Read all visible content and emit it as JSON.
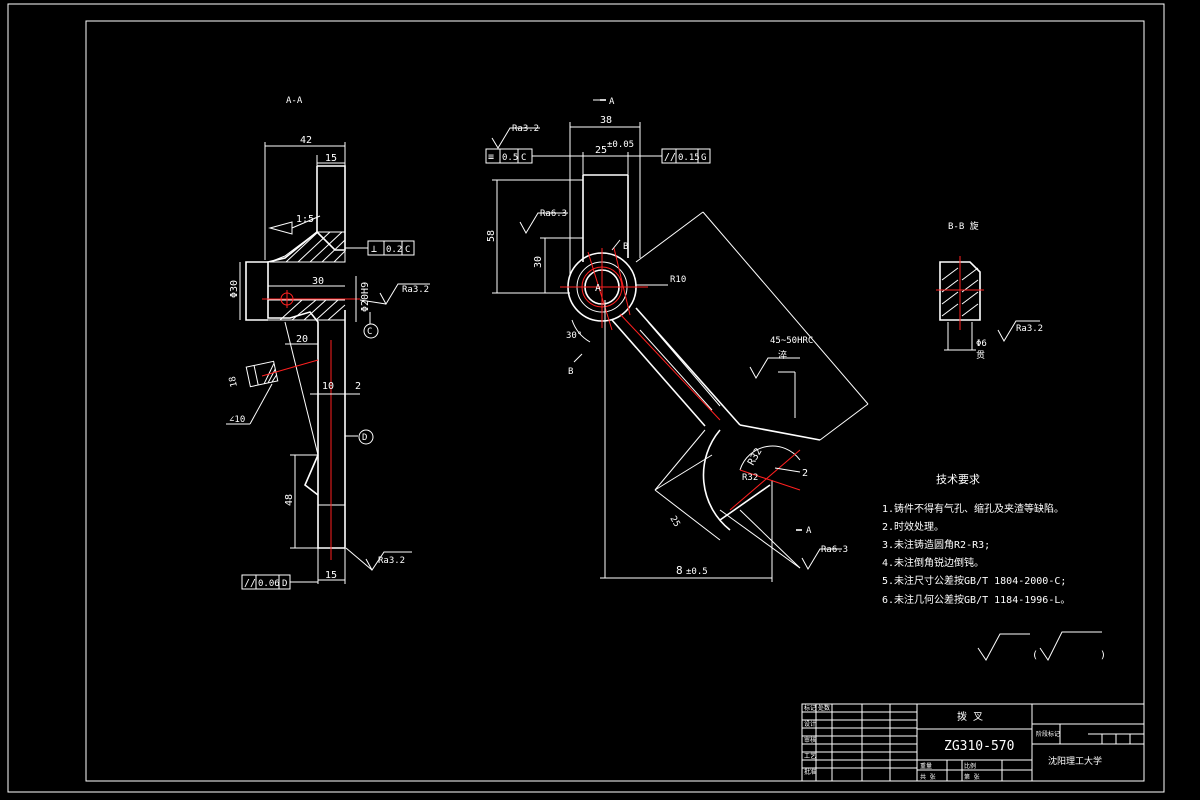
{
  "views": {
    "section_aa": {
      "title": "A-A",
      "dims": [
        "42",
        "15",
        "1:5",
        "30",
        "Φ30",
        "Φ20H9",
        "20",
        "10",
        "2",
        "48",
        "15"
      ],
      "roughness": [
        "Ra3.2",
        "Ra3.2"
      ],
      "tolerances": {
        "perp": {
          "symbol": "⊥",
          "value": "0.2",
          "datum": "C"
        },
        "parallel_bottom": {
          "symbol": "//",
          "value": "0.06",
          "datum": "D"
        }
      },
      "datums": [
        "C",
        "D"
      ],
      "detail": {
        "dim": "18",
        "angle": "∠10"
      }
    },
    "main": {
      "section_mark": "A",
      "dims": [
        "38",
        "25",
        "58",
        "30",
        "R10",
        "30°",
        "R32",
        "2",
        "8",
        "0.5",
        "25"
      ],
      "dim_25_tol": "±0.05",
      "dim_8_tol": "±0.5",
      "roughness": [
        "Ra3.2",
        "Ra6.3",
        "Ra6.3"
      ],
      "tolerances": {
        "symmetry": {
          "symbol": "≡",
          "value": "0.5",
          "datum": "C"
        },
        "parallel": {
          "symbol": "//",
          "value": "0.15",
          "datum": "G"
        }
      },
      "labels": [
        "A",
        "B",
        "B",
        "A"
      ],
      "heat_note": "45~50HRC",
      "heat_sub": "淬"
    },
    "section_bb": {
      "title": "B-B 旋",
      "dim": "Φ6",
      "roughness": "Ra3.2",
      "sub": "贯"
    }
  },
  "notes": {
    "heading": "技术要求",
    "items": [
      "1.铸件不得有气孔、缩孔及夹渣等缺陷。",
      "2.时效处理。",
      "3.未注铸造圆角R2-R3;",
      "4.未注倒角锐边倒钝。",
      "5.未注尺寸公差按GB/T 1804-2000-C;",
      "6.未注几何公差按GB/T 1184-1996-L。"
    ]
  },
  "roughness_symbol": {
    "open": "(",
    "close": ")"
  },
  "title_block": {
    "part_name": "拨 叉",
    "material": "ZG310-570",
    "school": "沈阳理工大学",
    "cells": [
      "标记",
      "处数",
      "分区",
      "设计",
      "审核",
      "工艺",
      "批准",
      "阶段标记",
      "重量",
      "比例",
      "共 张",
      "第 张"
    ]
  }
}
